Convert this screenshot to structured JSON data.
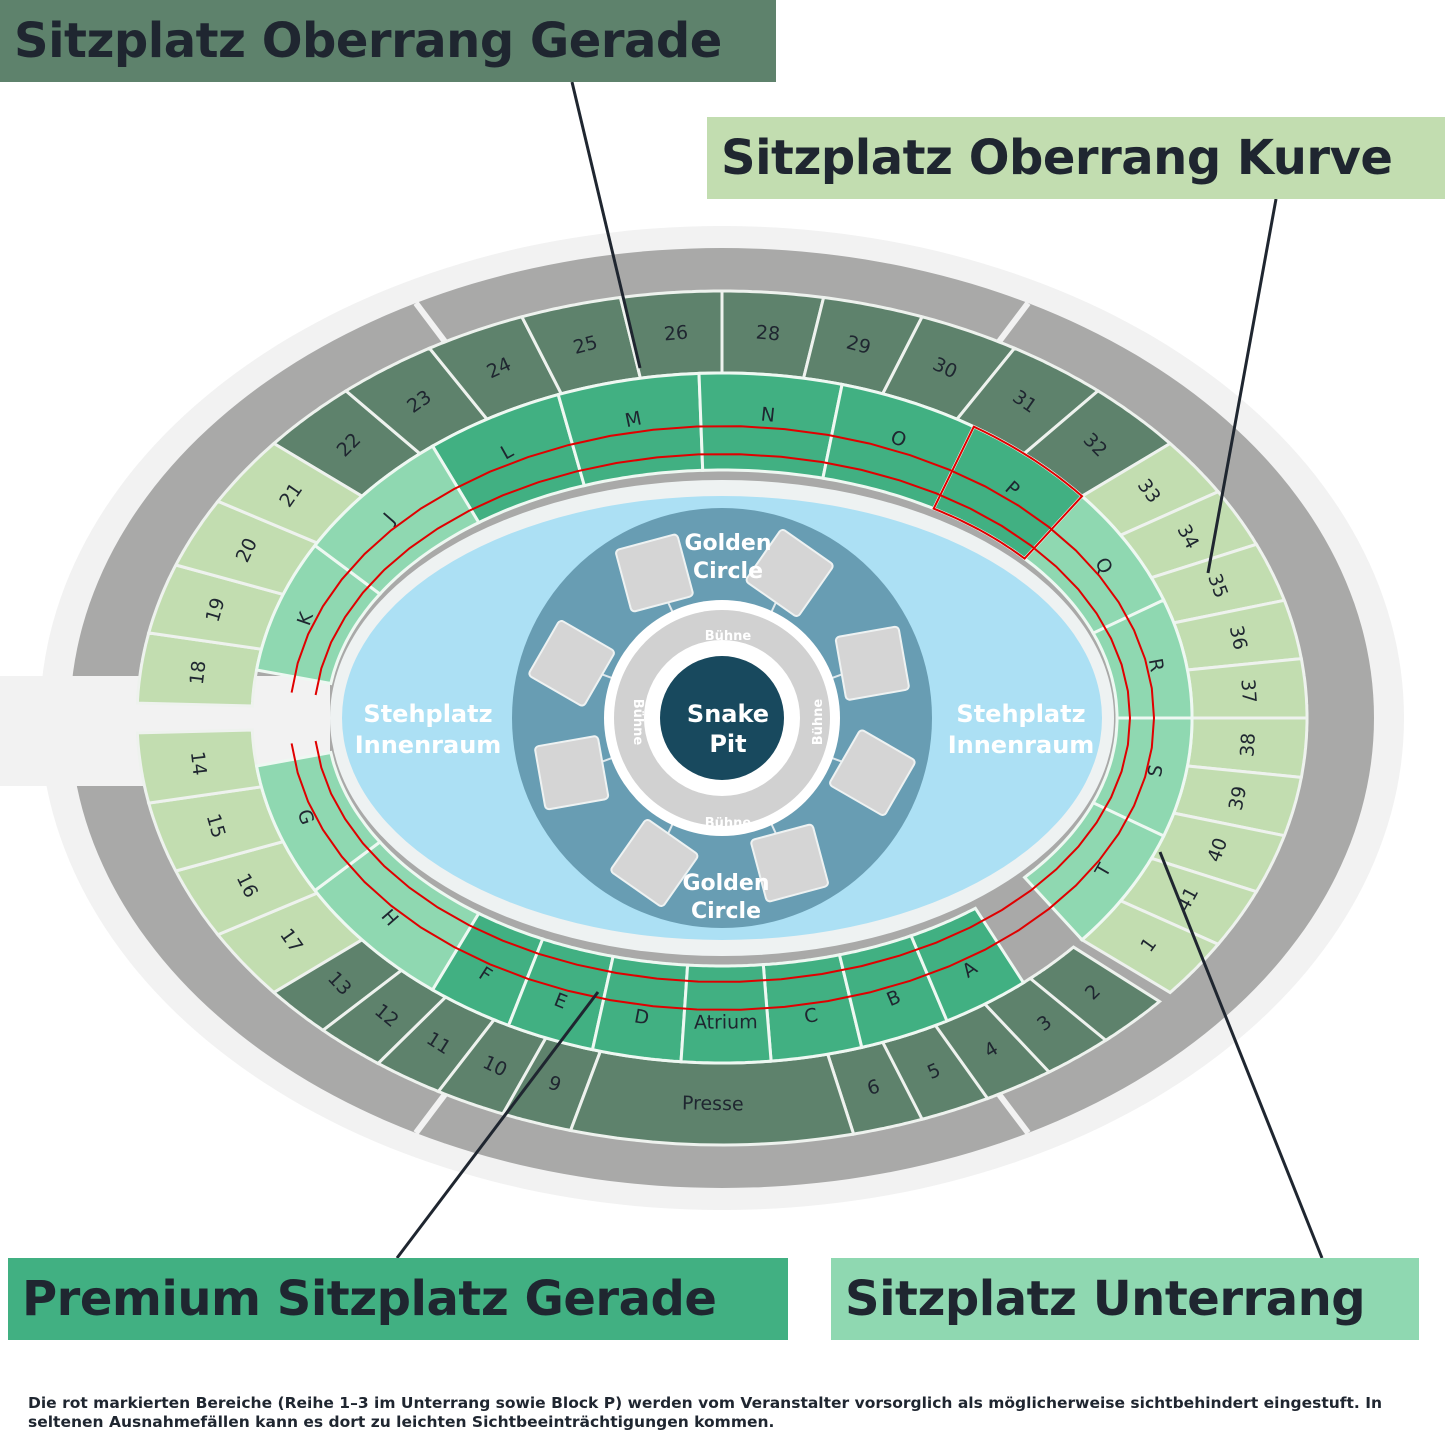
{
  "colors": {
    "upper_straight": "#5e826c",
    "upper_curve": "#c2ddb0",
    "premium": "#41b082",
    "lower": "#8fd8b1",
    "red_line": "#e00000",
    "outer_ring": "#f2f2f2",
    "ring_grey": "#a9a9a8",
    "field": "#ace0f4",
    "golden_circle": "#689db3",
    "stage_ring": "#d1d1d1",
    "snake_pit": "#18495e",
    "text_dark": "#1f2630"
  },
  "callouts": {
    "upper_straight": "Sitzplatz Oberrang Gerade",
    "upper_curve": "Sitzplatz Oberrang Kurve",
    "premium": "Premium Sitzplatz Gerade",
    "lower": "Sitzplatz Unterrang"
  },
  "field": {
    "standing_left": [
      "Stehplatz",
      "Innenraum"
    ],
    "standing_right": [
      "Stehplatz",
      "Innenraum"
    ],
    "golden_top": [
      "Golden",
      "Circle"
    ],
    "golden_bottom": [
      "Golden",
      "Circle"
    ],
    "stage_top": "Bühne",
    "stage_bottom": "Bühne",
    "stage_left": "Bühne",
    "stage_right": "Bühne",
    "snake_pit": [
      "Snake",
      "Pit"
    ]
  },
  "lower_blocks_top": [
    "L",
    "M",
    "N",
    "O",
    "P"
  ],
  "lower_blocks_right": [
    "Q",
    "R",
    "S",
    "T"
  ],
  "lower_blocks_left": [
    "K",
    "J",
    "H",
    "G"
  ],
  "lower_blocks_bottom": [
    "F",
    "E",
    "D",
    "C",
    "B",
    "A"
  ],
  "special_blocks": {
    "atrium": "Atrium",
    "presse": "Presse"
  },
  "upper_blocks_top": [
    "22",
    "23",
    "24",
    "25",
    "26",
    "28",
    "29",
    "30",
    "31",
    "32"
  ],
  "upper_blocks_right": [
    "33",
    "34",
    "35",
    "36",
    "37",
    "38",
    "39",
    "40",
    "41",
    "1"
  ],
  "upper_blocks_left": [
    "18",
    "19",
    "20",
    "21",
    "17",
    "16",
    "15",
    "14"
  ],
  "upper_blocks_bottom": [
    "13",
    "12",
    "11",
    "10",
    "9",
    "6",
    "5",
    "4",
    "3",
    "2"
  ],
  "footnote": "Die rot markierten Bereiche (Reihe 1–3 im Unterrang sowie Block P) werden vom Veranstalter vorsorglich als möglicherweise sichtbehindert eingestuft. In seltenen Ausnahmefällen kann es dort zu leichten Sichtbeeinträchtigungen kommen."
}
